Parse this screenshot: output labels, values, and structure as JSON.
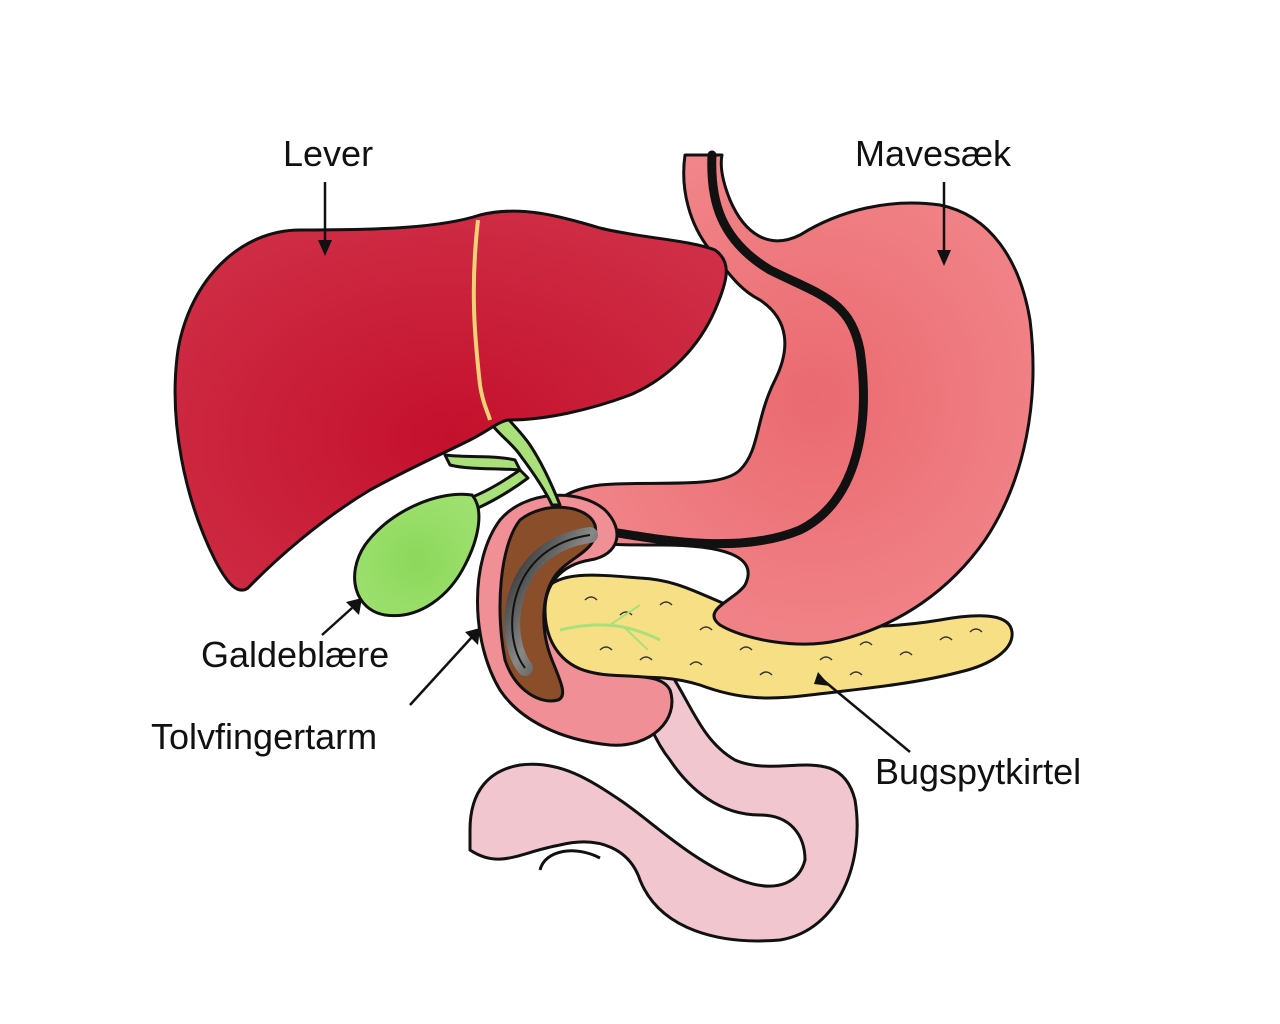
{
  "labels": {
    "liver": "Lever",
    "stomach": "Mavesæk",
    "gallbladder": "Galdeblære",
    "duodenum": "Tolvfingertarm",
    "pancreas": "Bugspytkirtel"
  },
  "colors": {
    "liver": "#c41a35",
    "stomach": "#ee7c80",
    "gallbladder": "#8fd65a",
    "bile_duct": "#a9e07a",
    "pancreas": "#f7df86",
    "duodenum_lumen": "#8a4e2a",
    "intestine": "#f0c3cd",
    "endoscope": "#111111"
  }
}
